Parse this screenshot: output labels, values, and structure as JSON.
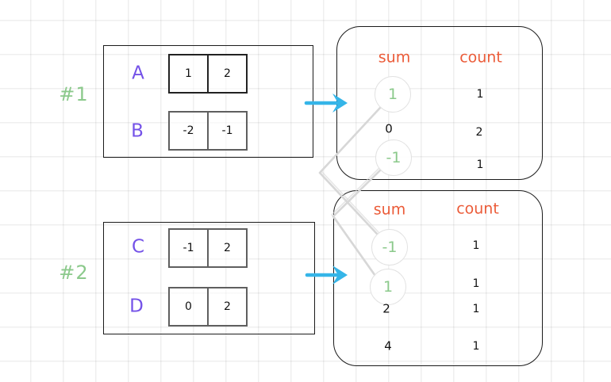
{
  "colors": {
    "green": "#8bc98b",
    "purple": "#7452e8",
    "orange": "#eb5b38",
    "arrow_blue": "#35b5e8",
    "connector_gray": "#d7d7d7",
    "border_dark": "#1b1b1b",
    "border_gray": "#5f5f5f"
  },
  "group1": {
    "label": "#1",
    "arrays": [
      {
        "name": "A",
        "cells": [
          "1",
          "2"
        ]
      },
      {
        "name": "B",
        "cells": [
          "-2",
          "-1"
        ]
      }
    ],
    "result": {
      "col1": "sum",
      "col2": "count",
      "rows": [
        {
          "sum": "1",
          "count": "1",
          "circled": true
        },
        {
          "sum": "0",
          "count": "2",
          "circled": false
        },
        {
          "sum": "-1",
          "count": "1",
          "circled": true
        }
      ]
    }
  },
  "group2": {
    "label": "#2",
    "arrays": [
      {
        "name": "C",
        "cells": [
          "-1",
          "2"
        ]
      },
      {
        "name": "D",
        "cells": [
          "0",
          "2"
        ]
      }
    ],
    "result": {
      "col1": "sum",
      "col2": "count",
      "rows": [
        {
          "sum": "-1",
          "count": "1",
          "circled": true
        },
        {
          "sum": "1",
          "count": "1",
          "circled": true
        },
        {
          "sum": "2",
          "count": "1",
          "circled": false
        },
        {
          "sum": "4",
          "count": "1",
          "circled": false
        }
      ]
    }
  }
}
